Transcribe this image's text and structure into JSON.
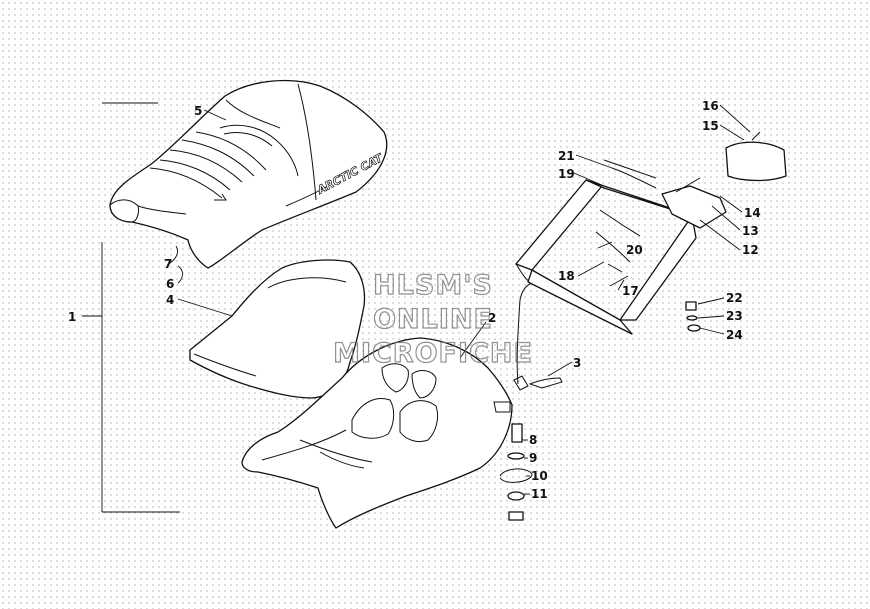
{
  "diagram": {
    "seat_logo": "ARCTIC CAT",
    "watermark": [
      "HLSM'S",
      "ONLINE",
      "MICROFICHE"
    ],
    "callouts": [
      "1",
      "2",
      "3",
      "4",
      "5",
      "6",
      "7",
      "8",
      "9",
      "10",
      "11",
      "12",
      "13",
      "14",
      "15",
      "16",
      "17",
      "18",
      "19",
      "20",
      "21",
      "22",
      "23",
      "24"
    ]
  }
}
